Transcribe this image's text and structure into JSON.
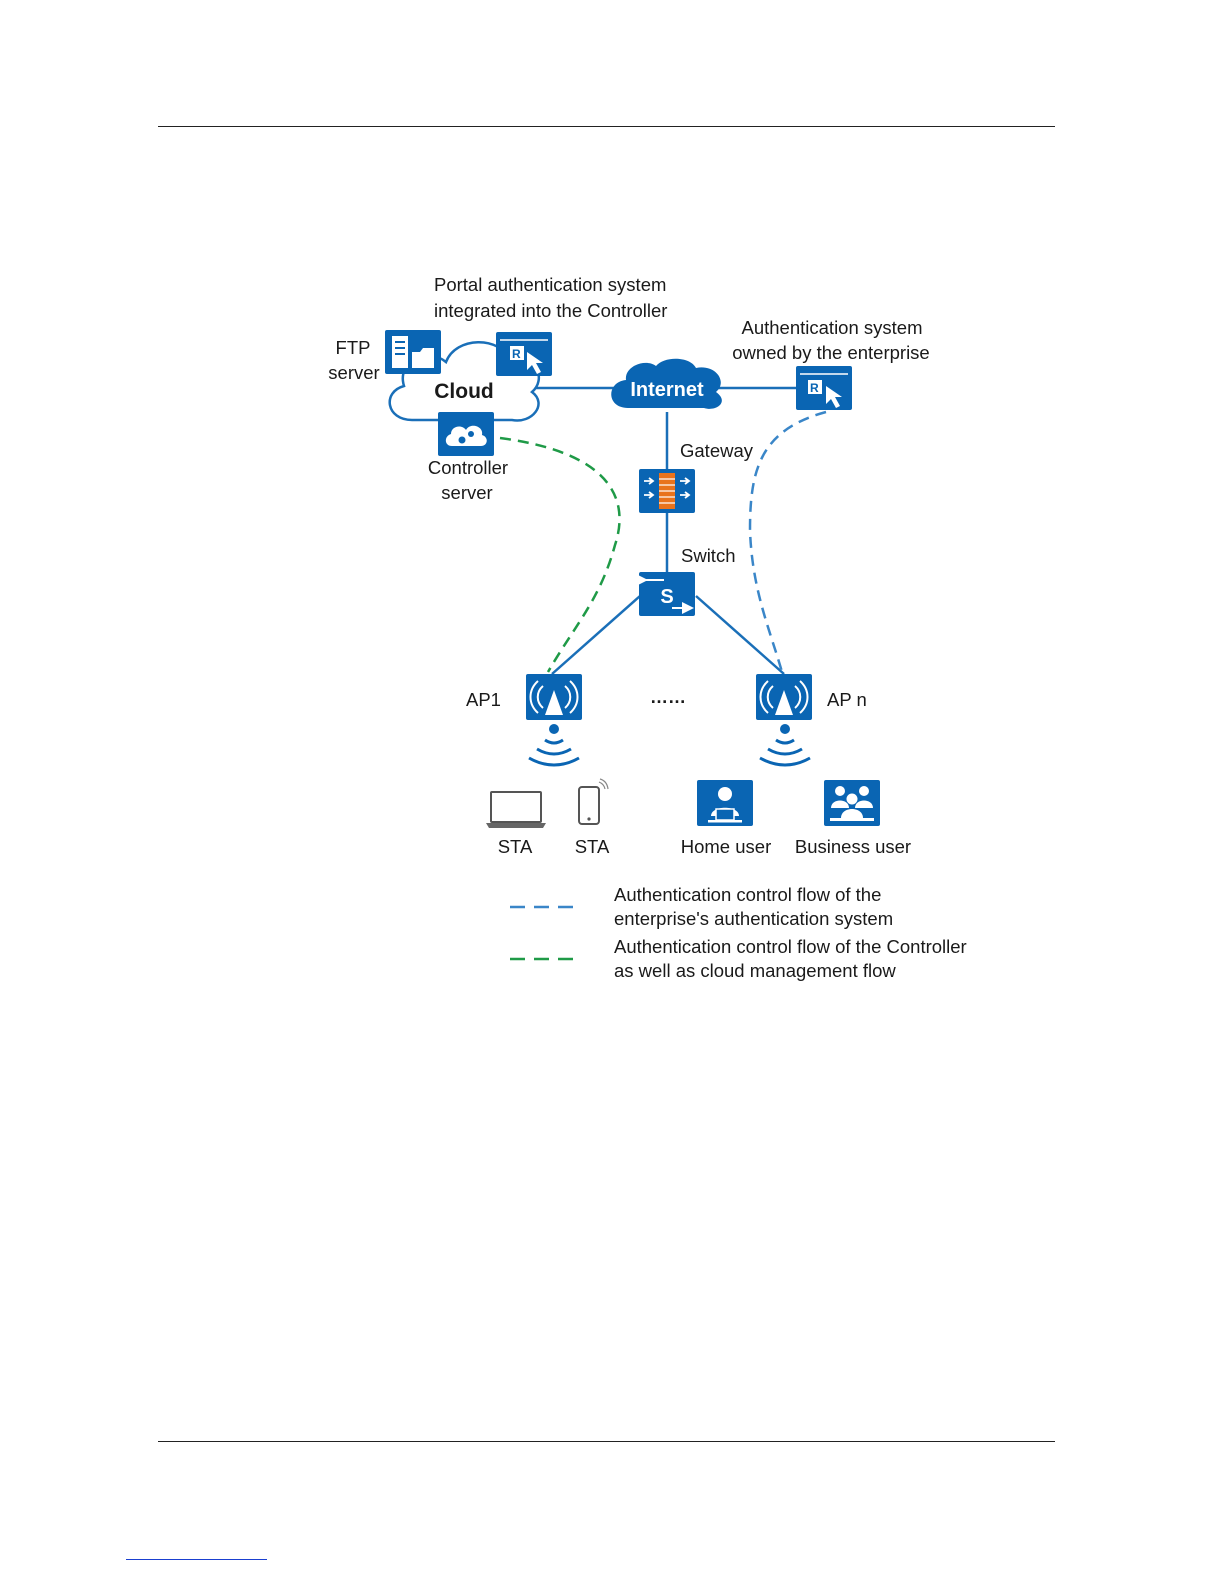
{
  "labels": {
    "portal_line1": "Portal authentication system",
    "portal_line2": "integrated into the Controller",
    "auth_line1": "Authentication system",
    "auth_line2": "owned by the enterprise",
    "ftp_line1": "FTP",
    "ftp_line2": "server",
    "cloud": "Cloud",
    "internet": "Internet",
    "controller_line1": "Controller",
    "controller_line2": "server",
    "gateway": "Gateway",
    "switch": "Switch",
    "switch_glyph": "S",
    "ap1": "AP1",
    "ap_ellipsis": "……",
    "apn": "AP n",
    "sta1": "STA",
    "sta2": "STA",
    "home_user": "Home user",
    "business_user": "Business user"
  },
  "legend": {
    "blue_line1": "Authentication control flow of the",
    "blue_line2": "enterprise's authentication system",
    "green_line1": "Authentication control flow of the Controller",
    "green_line2": "as well as cloud management flow"
  },
  "colors": {
    "device_blue": "#0a65b3",
    "line_blue": "#1a6fb8",
    "flow_blue": "#3a86c8",
    "flow_green": "#1f9a47",
    "firewall_orange": "#e8731c"
  },
  "icons": [
    "ftp-server-icon",
    "portal-system-icon",
    "cloud-icon",
    "controller-server-icon",
    "internet-icon",
    "enterprise-auth-icon",
    "gateway-firewall-icon",
    "switch-icon",
    "ap-icon",
    "wifi-signal-icon",
    "laptop-icon",
    "phone-icon",
    "home-user-icon",
    "business-user-icon"
  ]
}
